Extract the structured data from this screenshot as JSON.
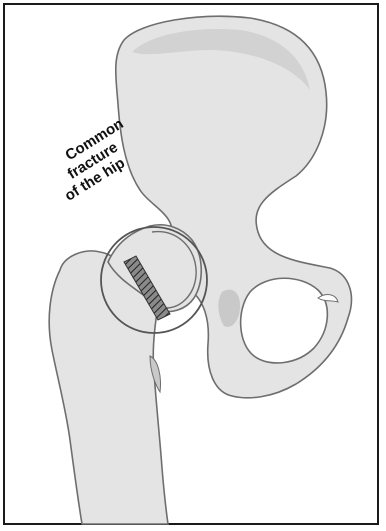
{
  "callout": {
    "lines": [
      "Common",
      "fracture",
      "of the hip"
    ]
  },
  "colors": {
    "bone": "#e4e4e4",
    "bone_shadow": "#c9c9c9",
    "outline": "#6e6e6e",
    "fracture_hatch": "#333333",
    "frame_border": "#1a1a1a",
    "background": "#ffffff"
  }
}
